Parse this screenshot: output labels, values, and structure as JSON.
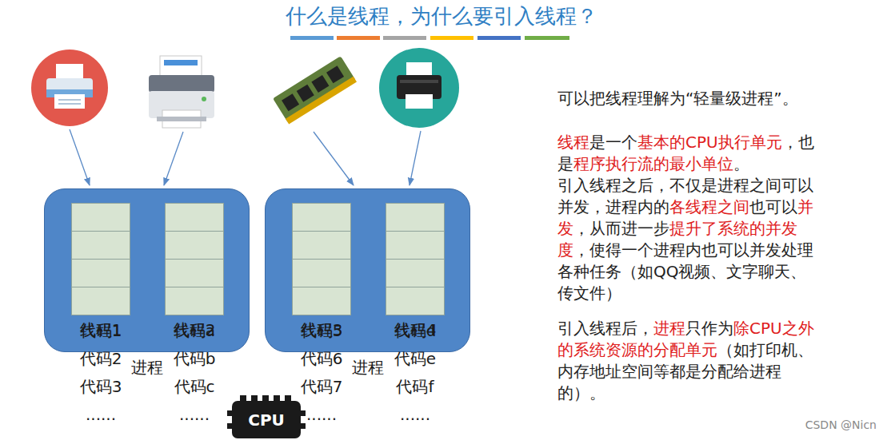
{
  "diagram": {
    "title": "什么是线程，为什么要引入线程？",
    "nodes": [
      {
        "text": [
          "进程"
        ]
      },
      {
        "text": [
          "线程1"
        ],
        "in": 0
      },
      {
        "text": [
          "代码1"
        ],
        "in": 1
      },
      {
        "text": [
          "代码2"
        ],
        "in": 1
      },
      {
        "text": [
          "代码3"
        ],
        "in": 1
      },
      {
        "text": [
          "......"
        ],
        "in": 1
      },
      {
        "text": [
          "线程2"
        ],
        "in": 0
      },
      {
        "text": [
          "代码a"
        ],
        "in": 6
      },
      {
        "text": [
          "代码b"
        ],
        "in": 6
      },
      {
        "text": [
          "代码c"
        ],
        "in": 6
      },
      {
        "text": [
          "......"
        ],
        "in": 6
      },
      {
        "text": [
          "进程"
        ]
      },
      {
        "text": [
          "线程3"
        ],
        "in": 11
      },
      {
        "text": [
          "代码5"
        ],
        "in": 12
      },
      {
        "text": [
          "代码6"
        ],
        "in": 12
      },
      {
        "text": [
          "代码7"
        ],
        "in": 12
      },
      {
        "text": [
          "......"
        ],
        "in": 12
      },
      {
        "text": [
          "线程4"
        ],
        "in": 11
      },
      {
        "text": [
          "代码d"
        ],
        "in": 17
      },
      {
        "text": [
          "代码e"
        ],
        "in": 17
      },
      {
        "text": [
          "代码f"
        ],
        "in": 17
      },
      {
        "text": [
          "......"
        ],
        "in": 17
      }
    ],
    "labels": [
      "可以把线程理解为“轻量级进程”。",
      "线程",
      "是一个",
      "基本的CPU执行单元",
      "，也是",
      "程序执行流的最小单位",
      "。",
      "引入线程之后，不仅是进程之间可以并发，进程内的",
      "各线程之间",
      "也可以",
      "并发",
      "，从而进一步",
      "提升了系统的并发度",
      "，使得一个进程内也可以并发处理各种任务（如QQ视频、文字聊天、传文件）",
      "引入线程后，",
      "进程",
      "只作为",
      "除CPU之外的系统资源的分配单元",
      "（如打印机、内存地址空间等都是分配给进程的）。",
      "CPU",
      "CSDN @Nicn"
    ]
  }
}
